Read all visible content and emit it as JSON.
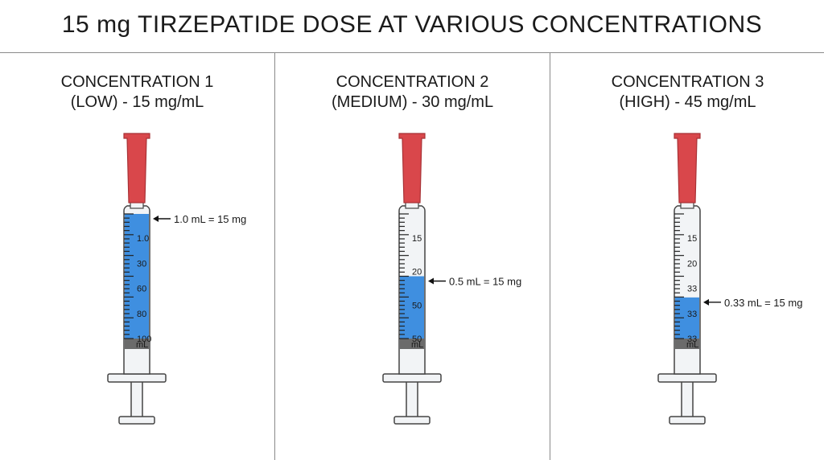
{
  "title": "15 mg TIRZEPATIDE DOSE AT VARIOUS CONCENTRATIONS",
  "colors": {
    "liquid": "#3f8fe0",
    "liquid_stroke": "#2d6db3",
    "cap": "#d9474b",
    "cap_stroke": "#a83236",
    "barrel": "#f2f4f6",
    "stopper": "#6b6b6b",
    "divider": "#8a8a8a"
  },
  "panels": [
    {
      "heading_line1": "CONCENTRATION 1",
      "heading_line2": "(LOW) - 15 mg/mL",
      "concentration_mg_per_ml": 15,
      "volume_ml": 1.0,
      "fill_fraction": 1.0,
      "annotation": "1.0 mL = 15 mg",
      "scale_labels": [
        "1.0",
        "30",
        "60",
        "80",
        "100"
      ],
      "unit_label": "mL"
    },
    {
      "heading_line1": "CONCENTRATION 2",
      "heading_line2": "(MEDIUM) - 30 mg/mL",
      "concentration_mg_per_ml": 30,
      "volume_ml": 0.5,
      "fill_fraction": 0.5,
      "annotation": "0.5 mL = 15 mg",
      "scale_labels": [
        "15",
        "20",
        "50",
        "50"
      ],
      "unit_label": "mL"
    },
    {
      "heading_line1": "CONCENTRATION 3",
      "heading_line2": "(HIGH) - 45 mg/mL",
      "concentration_mg_per_ml": 45,
      "volume_ml": 0.33,
      "fill_fraction": 0.33,
      "annotation": "0.33 mL = 15 mg",
      "scale_labels": [
        "15",
        "20",
        "33",
        "33",
        "33"
      ],
      "unit_label": "mL"
    }
  ]
}
